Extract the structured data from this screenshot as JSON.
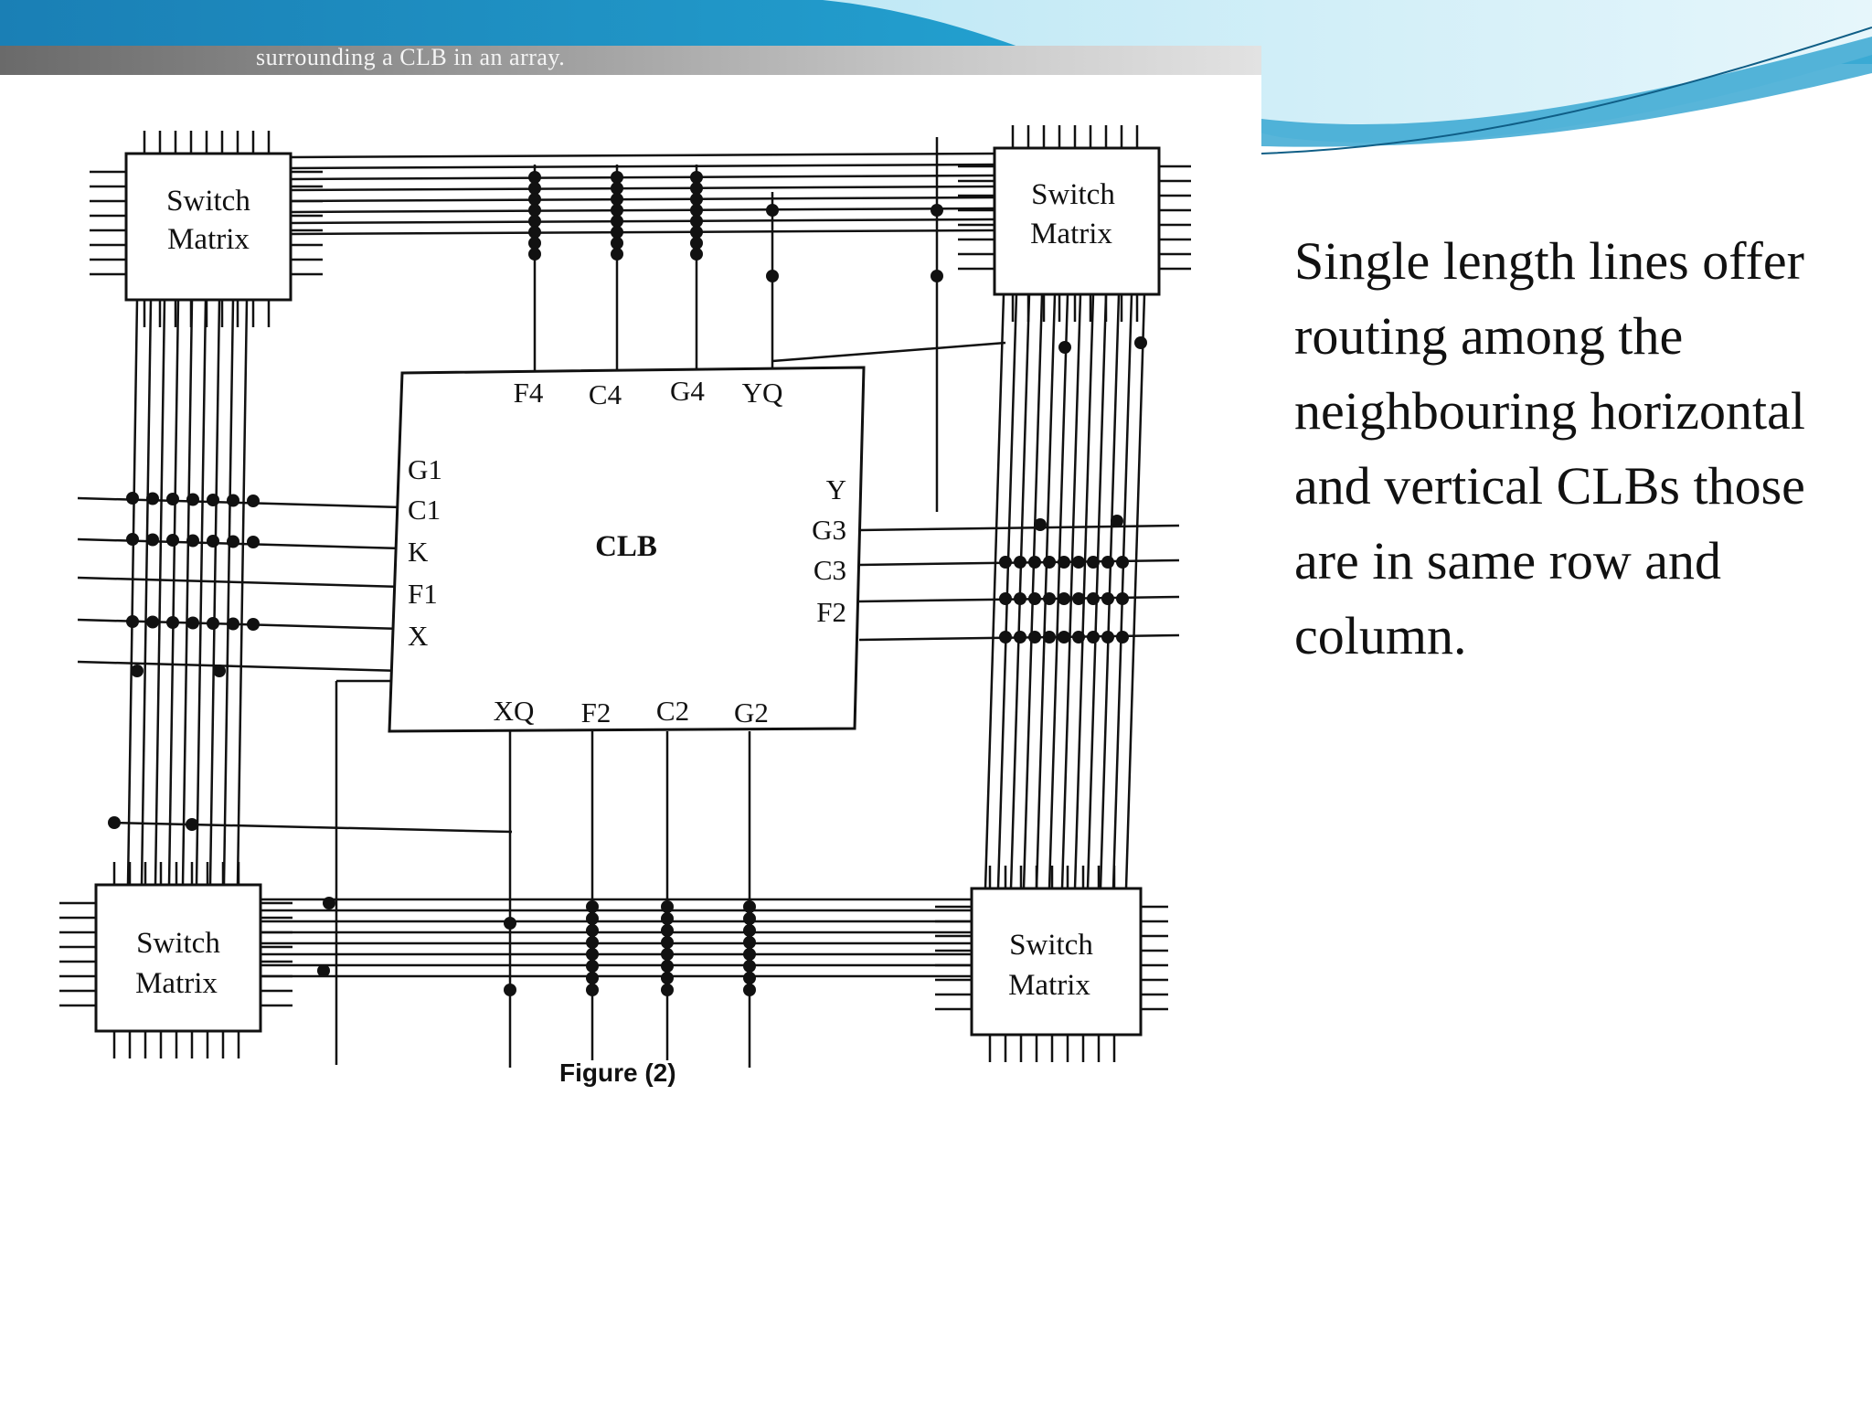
{
  "figure": {
    "caption": "surrounding a CLB in an array.",
    "label": "Figure (2)",
    "clb_label": "CLB",
    "switch_matrix_label_line1": "Switch",
    "switch_matrix_label_line2": "Matrix",
    "pins": {
      "top": [
        "F4",
        "C4",
        "G4",
        "YQ"
      ],
      "left": [
        "G1",
        "C1",
        "K",
        "F1",
        "X"
      ],
      "right": [
        "Y",
        "G3",
        "C3",
        "F2"
      ],
      "bottom": [
        "XQ",
        "F2",
        "C2",
        "G2"
      ]
    }
  },
  "slide": {
    "text": "Single length lines offer routing among the neighbouring horizontal and vertical CLBs those are in same row and column."
  },
  "colors": {
    "banner_dark": "#1d8fbe",
    "banner_light": "#9fd9ee",
    "ink": "#111111"
  }
}
